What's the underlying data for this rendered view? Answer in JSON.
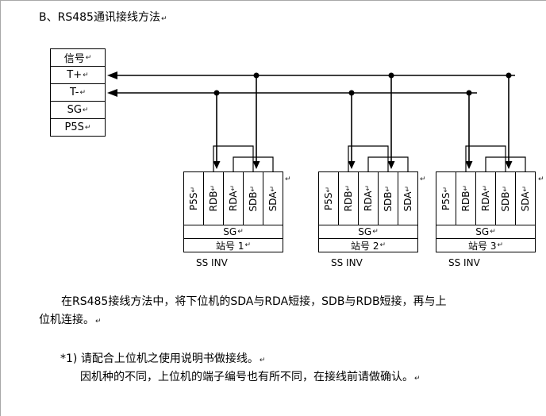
{
  "title": "B、RS485通讯接线方法",
  "marks": {
    "pilcrow": "↵"
  },
  "signal_table": {
    "rows": [
      "信号",
      "T+",
      "T-",
      "SG",
      "P5S"
    ]
  },
  "stations": [
    {
      "terminals": [
        "P5S",
        "RDB",
        "RDA",
        "SDB",
        "SDA"
      ],
      "sg_label": "SG",
      "station_label": "站号 1",
      "caption": "SS INV"
    },
    {
      "terminals": [
        "P5S",
        "RDB",
        "RDA",
        "SDB",
        "SDA"
      ],
      "sg_label": "SG",
      "station_label": "站号 2",
      "caption": "SS INV"
    },
    {
      "terminals": [
        "P5S",
        "RDB",
        "RDA",
        "SDB",
        "SDA"
      ],
      "sg_label": "SG",
      "station_label": "站号 3",
      "caption": "SS INV"
    }
  ],
  "paragraphs": {
    "main": "在RS485接线方法中，将下位机的SDA与RDA短接，SDB与RDB短接，再与上位机连接。",
    "note1": "*1) 请配合上位机之使用说明书做接线。",
    "note2": "因机种的不同，上位机的端子编号也有所不同，在接线前请做确认。"
  },
  "colors": {
    "line": "#000000",
    "page_border": "#a8a8a8"
  }
}
